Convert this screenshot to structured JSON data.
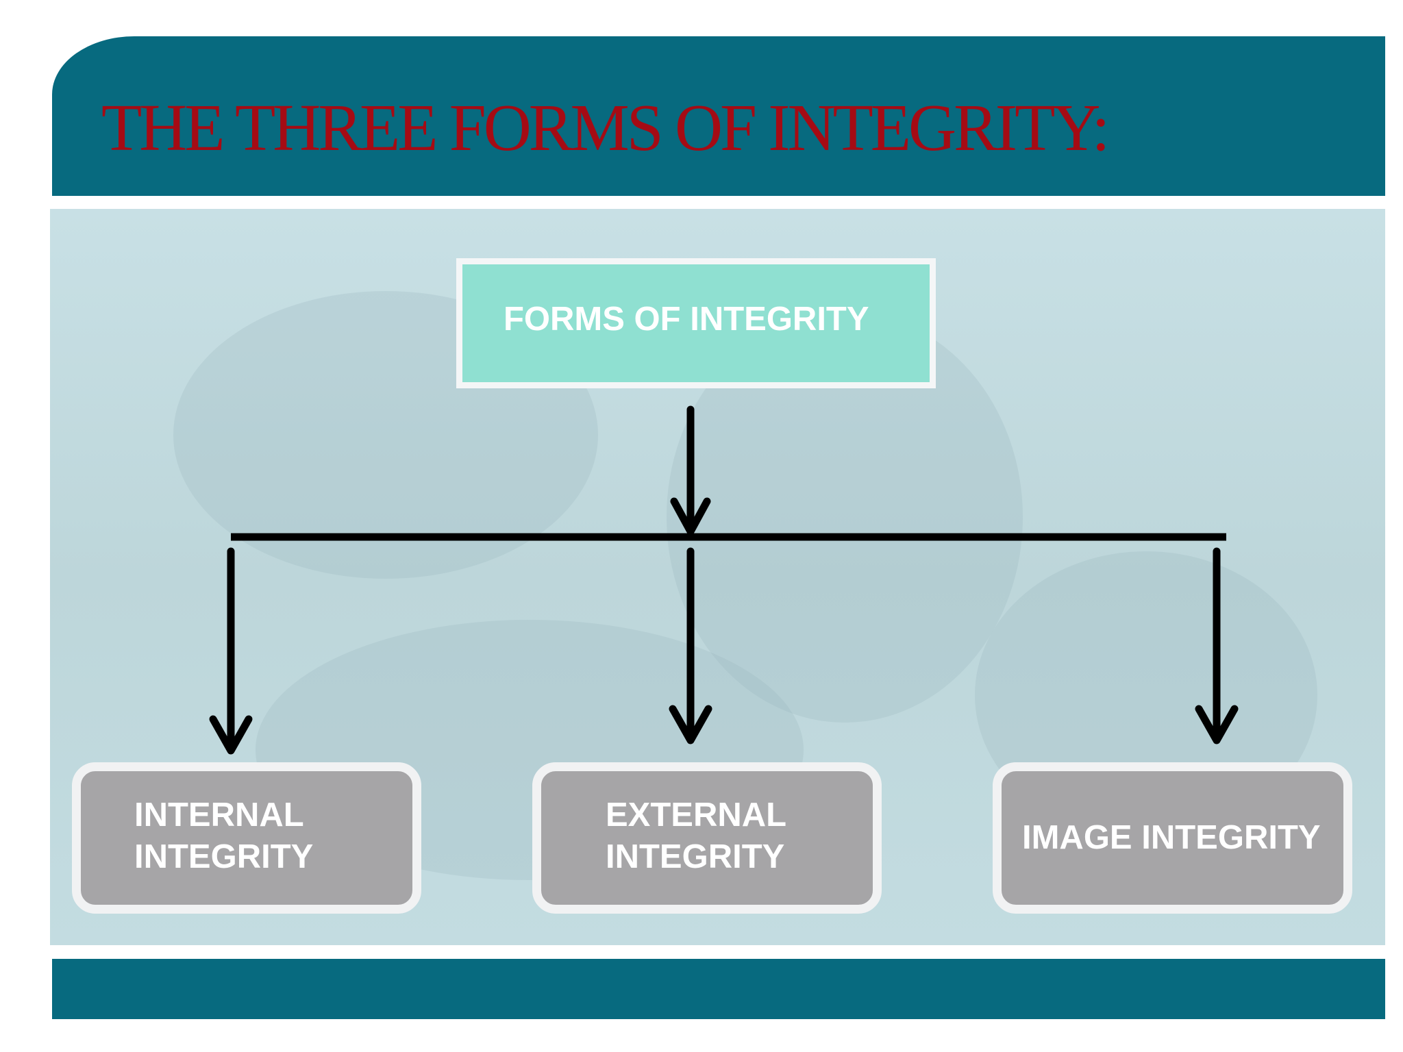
{
  "slide": {
    "title": "THE THREE FORMS OF INTEGRITY:"
  },
  "diagram": {
    "root": {
      "label": "FORMS OF INTEGRITY"
    },
    "children": [
      {
        "line1": "INTERNAL",
        "line2": "INTEGRITY"
      },
      {
        "line1": "EXTERNAL",
        "line2": "INTEGRITY"
      },
      {
        "label": "IMAGE INTEGRITY"
      }
    ]
  },
  "colors": {
    "band": "#076a7f",
    "title": "#a50b14",
    "root_fill": "#8fe0d1",
    "child_fill": "#a6a5a7",
    "connector": "#000000"
  }
}
